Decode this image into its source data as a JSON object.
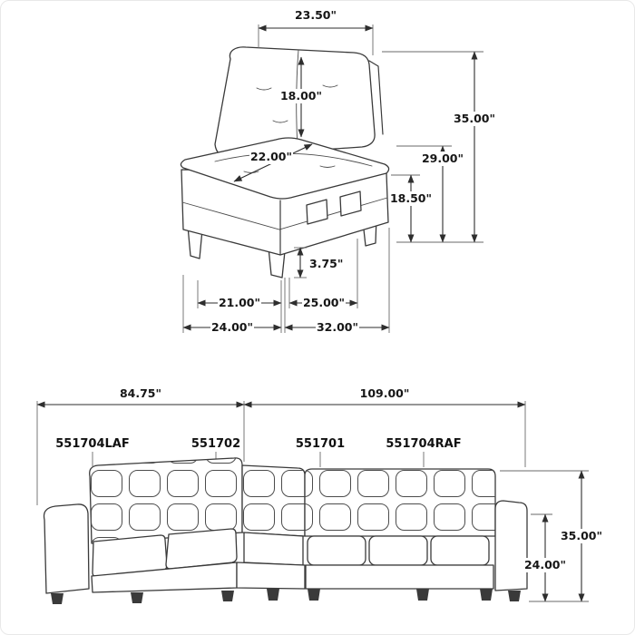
{
  "chair": {
    "dims": {
      "top_width": "23.50\"",
      "back_cushion_height": "18.00\"",
      "seat_diagonal": "22.00\"",
      "overall_height": "35.00\"",
      "back_height": "29.00\"",
      "base_height": "18.50\"",
      "leg_height": "3.75\"",
      "inner_width": "21.00\"",
      "inner_depth": "25.00\"",
      "overall_width": "24.00\"",
      "overall_depth": "32.00\""
    }
  },
  "sectional": {
    "dims": {
      "left_width": "84.75\"",
      "right_width": "109.00\"",
      "overall_height": "35.00\"",
      "arm_height": "24.00\""
    },
    "parts": [
      {
        "sku": "551704LAF"
      },
      {
        "sku": "551702"
      },
      {
        "sku": "551701"
      },
      {
        "sku": "551704RAF"
      }
    ]
  },
  "colors": {
    "line": "#3a3a3a",
    "text": "#161616",
    "background": "#ffffff"
  }
}
